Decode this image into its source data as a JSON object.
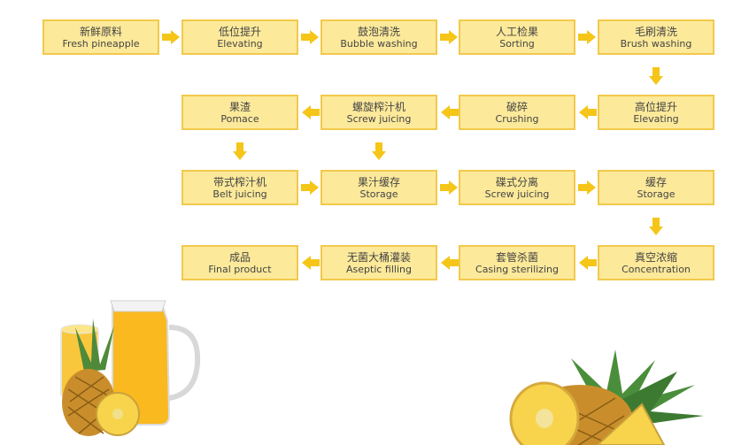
{
  "colors": {
    "box_fill": "#FCE99A",
    "box_border": "#F2C94C",
    "arrow": "#F5C518",
    "text": "#444444"
  },
  "steps": [
    {
      "zh": "新鲜原料",
      "en": "Fresh pineapple"
    },
    {
      "zh": "低位提升",
      "en": "Elevating"
    },
    {
      "zh": "鼓泡清洗",
      "en": "Bubble washing"
    },
    {
      "zh": "人工检果",
      "en": "Sorting"
    },
    {
      "zh": "毛刷清洗",
      "en": "Brush washing"
    },
    {
      "zh": "高位提升",
      "en": "Elevating"
    },
    {
      "zh": "破碎",
      "en": "Crushing"
    },
    {
      "zh": "螺旋榨汁机",
      "en": "Screw juicing"
    },
    {
      "zh": "果渣",
      "en": "Pomace"
    },
    {
      "zh": "带式榨汁机",
      "en": "Belt juicing"
    },
    {
      "zh": "果汁缓存",
      "en": "Storage"
    },
    {
      "zh": "碟式分离",
      "en": "Screw juicing"
    },
    {
      "zh": "缓存",
      "en": "Storage"
    },
    {
      "zh": "真空浓缩",
      "en": "Concentration"
    },
    {
      "zh": "套管杀菌",
      "en": "Casing sterilizing"
    },
    {
      "zh": "无菌大桶灌装",
      "en": "Aseptic filling"
    },
    {
      "zh": "成品",
      "en": "Final product"
    }
  ],
  "arrows": [
    {
      "from": 0,
      "to": 1,
      "dir": "right"
    },
    {
      "from": 1,
      "to": 2,
      "dir": "right"
    },
    {
      "from": 2,
      "to": 3,
      "dir": "right"
    },
    {
      "from": 3,
      "to": 4,
      "dir": "right"
    },
    {
      "from": 4,
      "to": 5,
      "dir": "down"
    },
    {
      "from": 5,
      "to": 6,
      "dir": "left"
    },
    {
      "from": 6,
      "to": 7,
      "dir": "left"
    },
    {
      "from": 7,
      "to": 8,
      "dir": "left"
    },
    {
      "from": 8,
      "to": 9,
      "dir": "down"
    },
    {
      "from": 7,
      "to": 10,
      "dir": "down"
    },
    {
      "from": 9,
      "to": 10,
      "dir": "right"
    },
    {
      "from": 10,
      "to": 11,
      "dir": "right"
    },
    {
      "from": 11,
      "to": 12,
      "dir": "right"
    },
    {
      "from": 12,
      "to": 13,
      "dir": "down"
    },
    {
      "from": 13,
      "to": 14,
      "dir": "left"
    },
    {
      "from": 14,
      "to": 15,
      "dir": "left"
    },
    {
      "from": 15,
      "to": 16,
      "dir": "left"
    }
  ]
}
